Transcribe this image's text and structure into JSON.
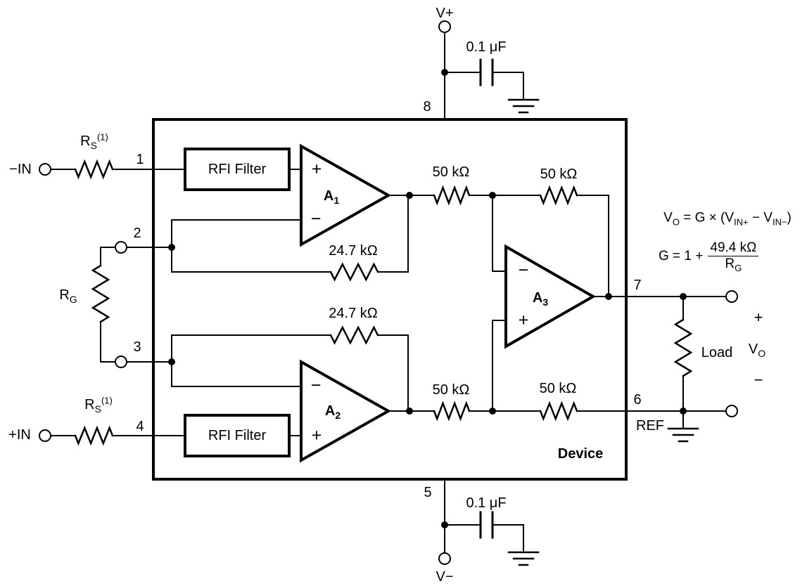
{
  "labels": {
    "v_plus": "V+",
    "v_minus": "V−",
    "neg_in": "−IN",
    "pos_in": "+IN",
    "ref": "REF",
    "device": "Device",
    "load": "Load",
    "rfi_filter": "RFI Filter",
    "plus": "+",
    "minus": "−"
  },
  "pins": {
    "p1": "1",
    "p2": "2",
    "p3": "3",
    "p4": "4",
    "p5": "5",
    "p6": "6",
    "p7": "7",
    "p8": "8"
  },
  "resistors": {
    "rs": {
      "base": "R",
      "sub": "S",
      "sup": "(1)"
    },
    "rg": {
      "base": "R",
      "sub": "G"
    },
    "r24k_top": "24.7 kΩ",
    "r24k_bottom": "24.7 kΩ",
    "r50k_top1": "50 kΩ",
    "r50k_top2": "50 kΩ",
    "r50k_bottom1": "50 kΩ",
    "r50k_bottom2": "50 kΩ"
  },
  "capacitors": {
    "top": "0.1 μF",
    "bottom": "0.1 μF"
  },
  "opamps": {
    "a1": {
      "base": "A",
      "sub": "1"
    },
    "a2": {
      "base": "A",
      "sub": "2"
    },
    "a3": {
      "base": "A",
      "sub": "3"
    }
  },
  "output": {
    "plus": "+",
    "vo_base": "V",
    "vo_sub": "O",
    "minus": "−"
  },
  "equations": {
    "vo": {
      "t1": "V",
      "s1": "O",
      "t2": " = G × (V",
      "s2": "IN+",
      "t3": " − V",
      "s3": "IN−",
      "t4": ")"
    },
    "gain": {
      "lhs": "G = 1 +",
      "num": "49.4 kΩ",
      "den_base": "R",
      "den_sub": "G"
    }
  },
  "colors": {
    "ink": "#000000",
    "background": "#ffffff"
  }
}
